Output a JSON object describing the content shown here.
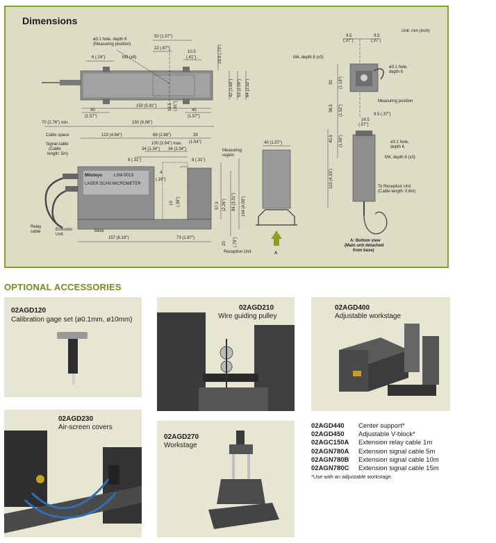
{
  "dimensions": {
    "title": "Dimensions",
    "unit_note": "Unit: mm (inch)",
    "top_view": {
      "hole_note_1": "ø3.1 hole, depth 6",
      "hole_note_2": "(Measuring position)",
      "m3": "M3 (x8)",
      "d6": "6 (.24\")",
      "d50": "50 (1.97\")",
      "d22": "22 (.87\")",
      "d10_5": "10.5",
      "d10_5b": "(.41\")",
      "d18_5": "18.5 (.73\")",
      "d42": "42 (1.65\")",
      "d53": "53 (2.09\")",
      "d64": "64 (2.52\")",
      "d15_5": "15.5",
      "d15_5b": "(.61\")",
      "d40a": "40",
      "d40ab": "(1.57\")",
      "d150": "150 (5.91\")",
      "d40b": "40",
      "d40bb": "(1.57\")"
    },
    "front_view": {
      "d70": "70 (2.76\") min.",
      "d230": "230 (9.06\")",
      "cable_space": "Cable space",
      "d123": "123 (4.84\")",
      "d68": "68 (2.68\")",
      "d39": "39",
      "d39b": "(1.54\")",
      "signal_1": "Signal cable",
      "signal_2": "(Cable",
      "signal_3": "length: 5m)",
      "d100": "100 (3.94\") max.",
      "d34a": "34 (1.34\")",
      "d34b": "34 (1.34\")",
      "d8a": "8 (.31\")",
      "d8b": "8 (.31\")",
      "measuring_1": "Measuring",
      "measuring_2": "region",
      "d4": "4",
      "d4b": "(.16\")",
      "d10": "10",
      "d10b": "(.39\")",
      "d57_5": "57.5",
      "d57_5b": "(2.26\")",
      "d84": "84 (3.31\")",
      "d104": "104 (4.09\")",
      "relay_1": "Relay",
      "relay_2": "cable",
      "emission_1": "Emission",
      "emission_2": "Unit",
      "base": "Base",
      "d157": "157 (6.18\")",
      "d73": "73 (2.87\")",
      "d20": "20",
      "d20b": "(.79\")",
      "reception": "Reception Unit",
      "brand": "Mitutoyo",
      "model": "LSM-501S",
      "plate": "LASER SCAN MICROMETER"
    },
    "side_view": {
      "d40": "40 (1.57\")",
      "arrow_label": "A"
    },
    "bottom_view": {
      "d9_5a": "9.5",
      "d9_5ab": "(.37\")",
      "d9_5b": "9.5",
      "d9_5bb": "(.37\")",
      "m4a": "M4, depth 8 (x3)",
      "hole1a": "ø3.1 hole,",
      "hole1b": "depth 6",
      "d30": "30",
      "d30b": "(1.18\")",
      "meas_pos": "Measuring position",
      "d38_5": "38.5",
      "d38_5b": "(1.52\")",
      "d9_5c": "9.5 (.37\")",
      "d14_5": "14.5",
      "d14_5b": "(.57\")",
      "d40_5": "40.5",
      "d40_5b": "(1.59\")",
      "hole2a": "ø3.1 hole,",
      "hole2b": "depth 6",
      "m4b": "M4, depth 8 (x3)",
      "d110": "110 (4.33\")",
      "to_rec_1": "To Reception Unit",
      "to_rec_2": "(Cable length: 0.6m)",
      "caption_1": "A: Bottom view",
      "caption_2": "(Main unit detached",
      "caption_3": "from base)"
    }
  },
  "accessories": {
    "heading": "OPTIONAL ACCESSORIES",
    "cards": [
      {
        "code": "02AGD120",
        "desc": "Calibration gage set (ø0.1mm, ø10mm)"
      },
      {
        "code": "02AGD210",
        "desc": "Wire guiding pulley"
      },
      {
        "code": "02AGD400",
        "desc": "Adjustable workstage"
      },
      {
        "code": "02AGD230",
        "desc": "Air-screen covers"
      },
      {
        "code": "02AGD270",
        "desc": "Workstage"
      }
    ],
    "list": [
      {
        "code": "02AGD440",
        "desc": "Center support*"
      },
      {
        "code": "02AGD450",
        "desc": "Adjustable V-block*"
      },
      {
        "code": "02AGC150A",
        "desc": "Extension relay cable 1m"
      },
      {
        "code": "02AGN780A",
        "desc": "Extension signal cable 5m"
      },
      {
        "code": "02AGN780B",
        "desc": "Extension signal cable 10m"
      },
      {
        "code": "02AGN780C",
        "desc": "Extension signal cable 15m"
      }
    ],
    "footnote": "*Use with an adjustable workstage."
  }
}
